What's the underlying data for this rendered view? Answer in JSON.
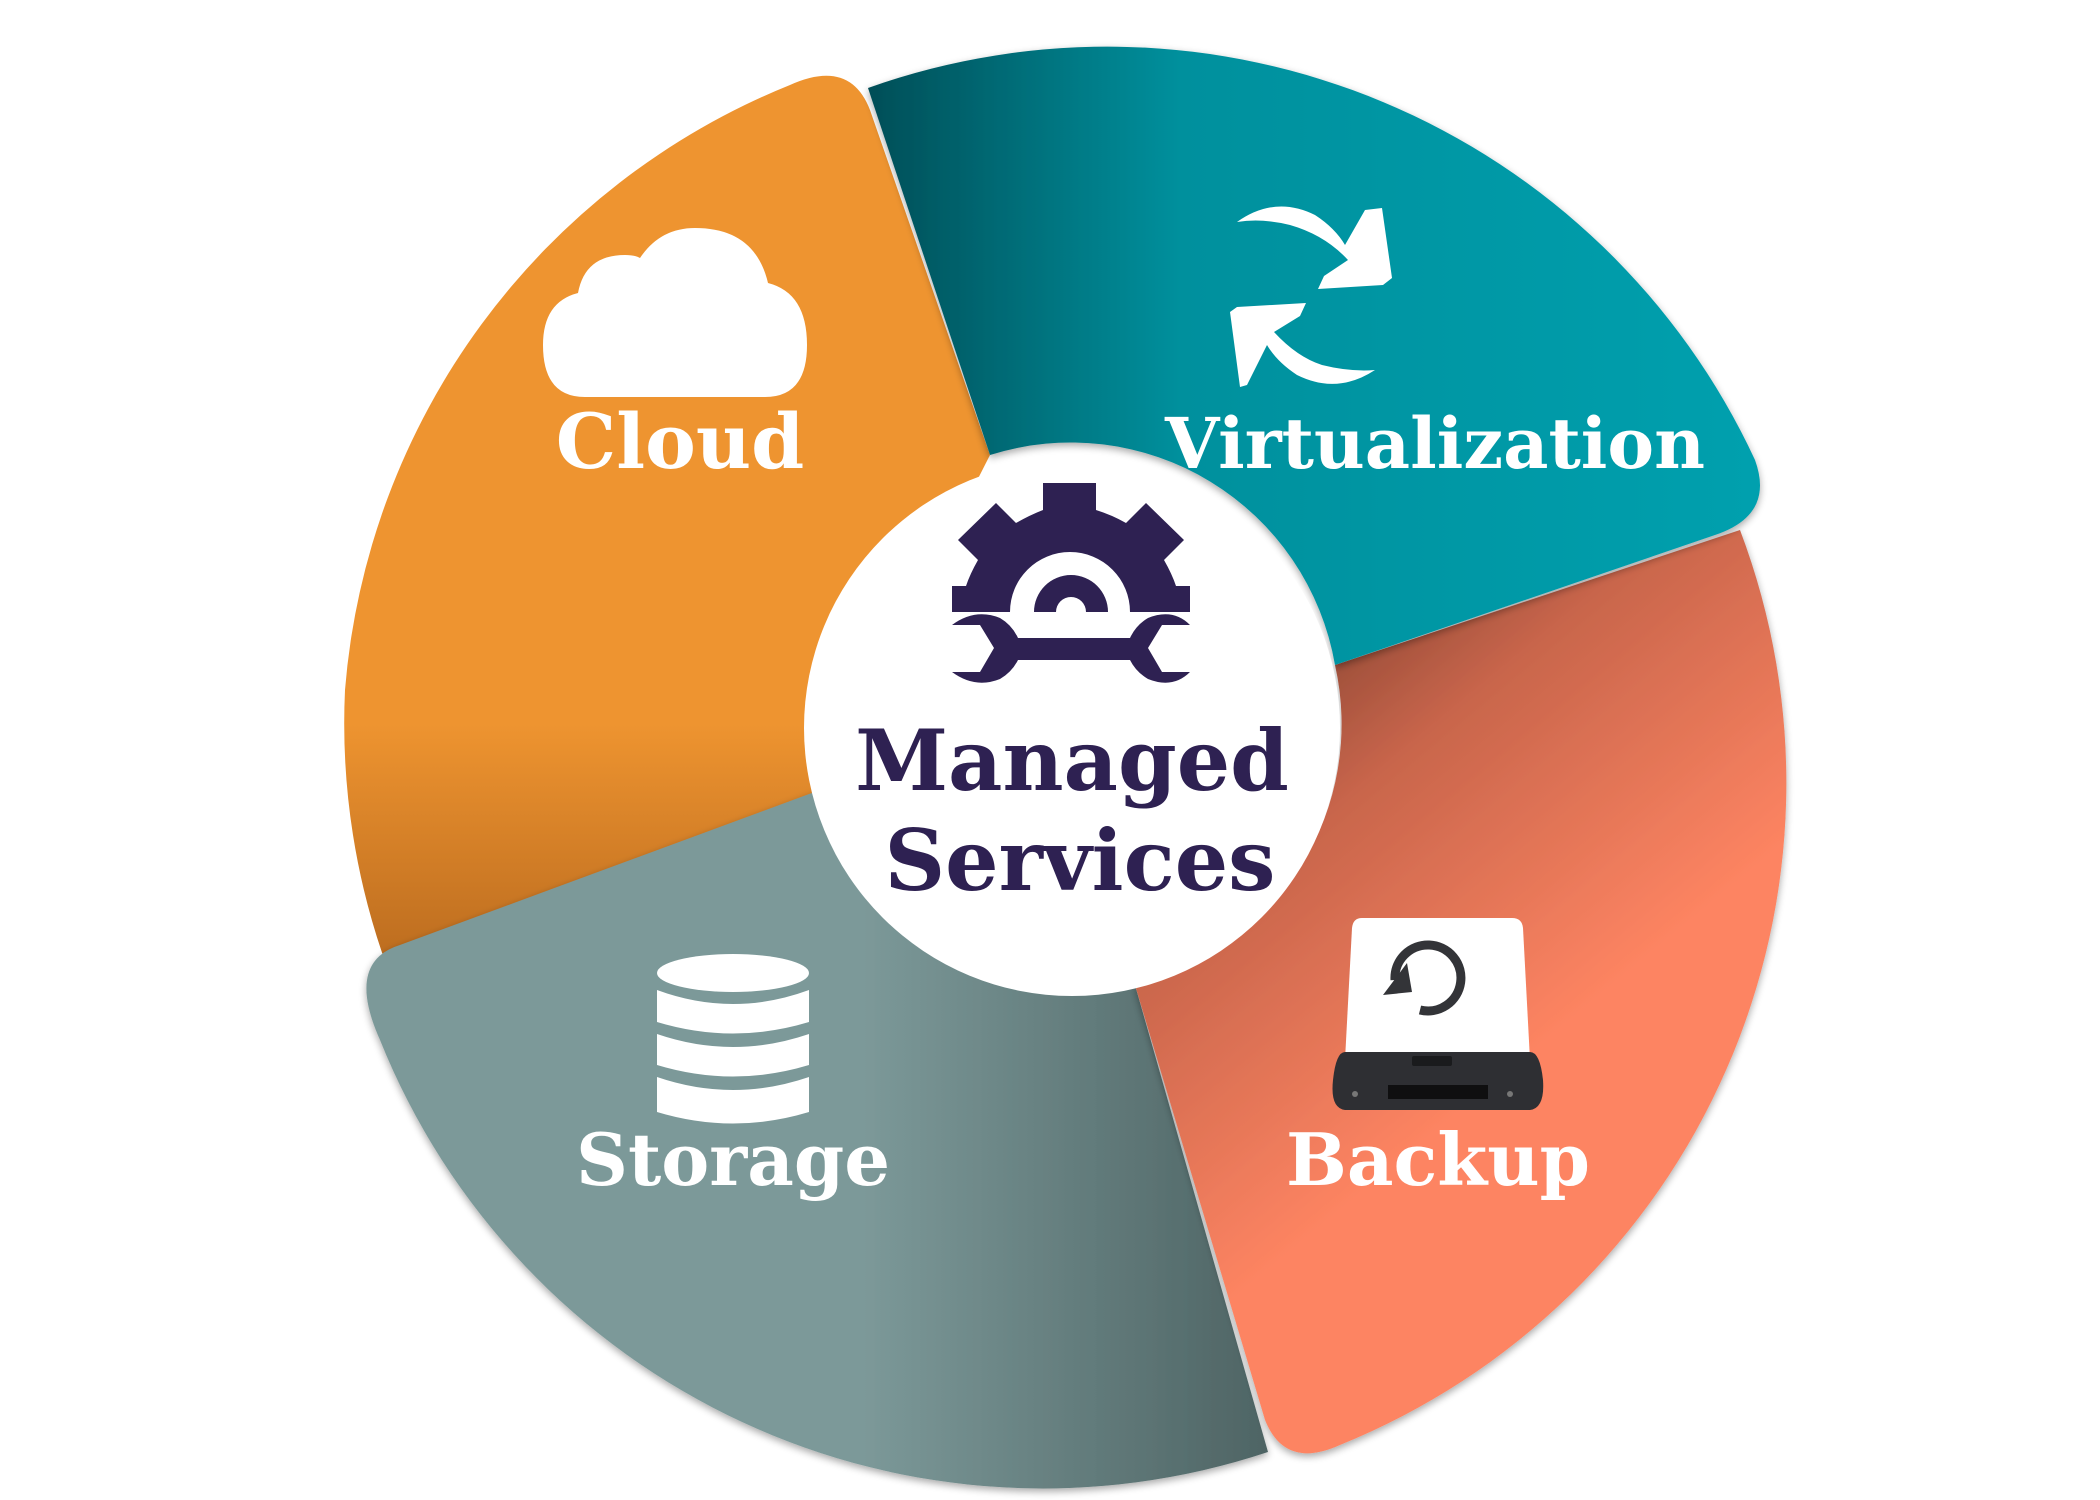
{
  "diagram": {
    "type": "segmented-wheel",
    "center": {
      "line1": "Managed",
      "line2": "Services",
      "icon": "gear-wrench-icon",
      "text_color": "#2E2152",
      "background": "#FFFFFF"
    },
    "segments": [
      {
        "id": "cloud",
        "label": "Cloud",
        "icon": "cloud-icon",
        "color": "#EE9430",
        "position": "upper-left"
      },
      {
        "id": "virtualization",
        "label": "Virtualization",
        "icon": "refresh-arrows-icon",
        "color": "#02A0AE",
        "position": "upper-right"
      },
      {
        "id": "backup",
        "label": "Backup",
        "icon": "backup-drive-icon",
        "color": "#FD8462",
        "position": "lower-right"
      },
      {
        "id": "storage",
        "label": "Storage",
        "icon": "database-icon",
        "color": "#7C9999",
        "position": "lower-left"
      }
    ]
  }
}
